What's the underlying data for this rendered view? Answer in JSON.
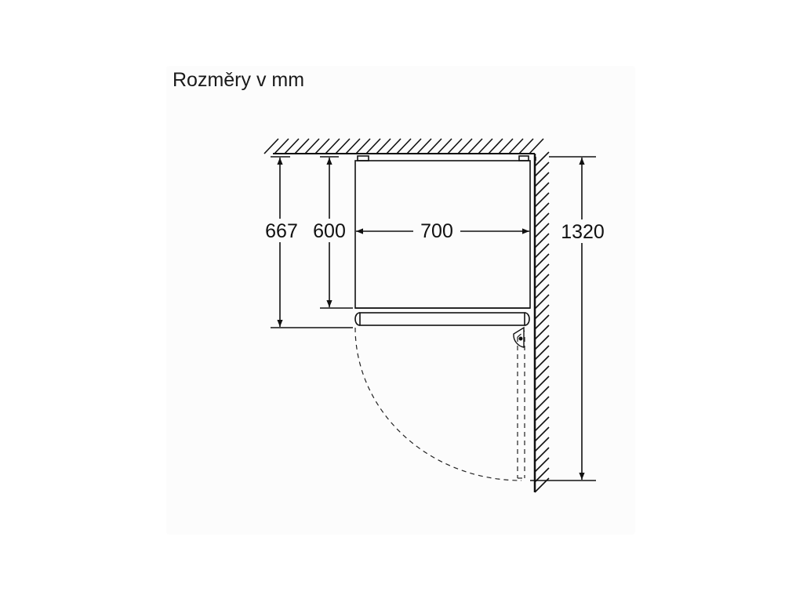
{
  "title": "Rozměry v mm",
  "dimensions": {
    "depth_total": "667",
    "depth_body": "600",
    "width": "700",
    "door_clearance": "1320"
  },
  "colors": {
    "line": "#111111",
    "background": "#ffffff",
    "panel": "#fcfcfc"
  }
}
